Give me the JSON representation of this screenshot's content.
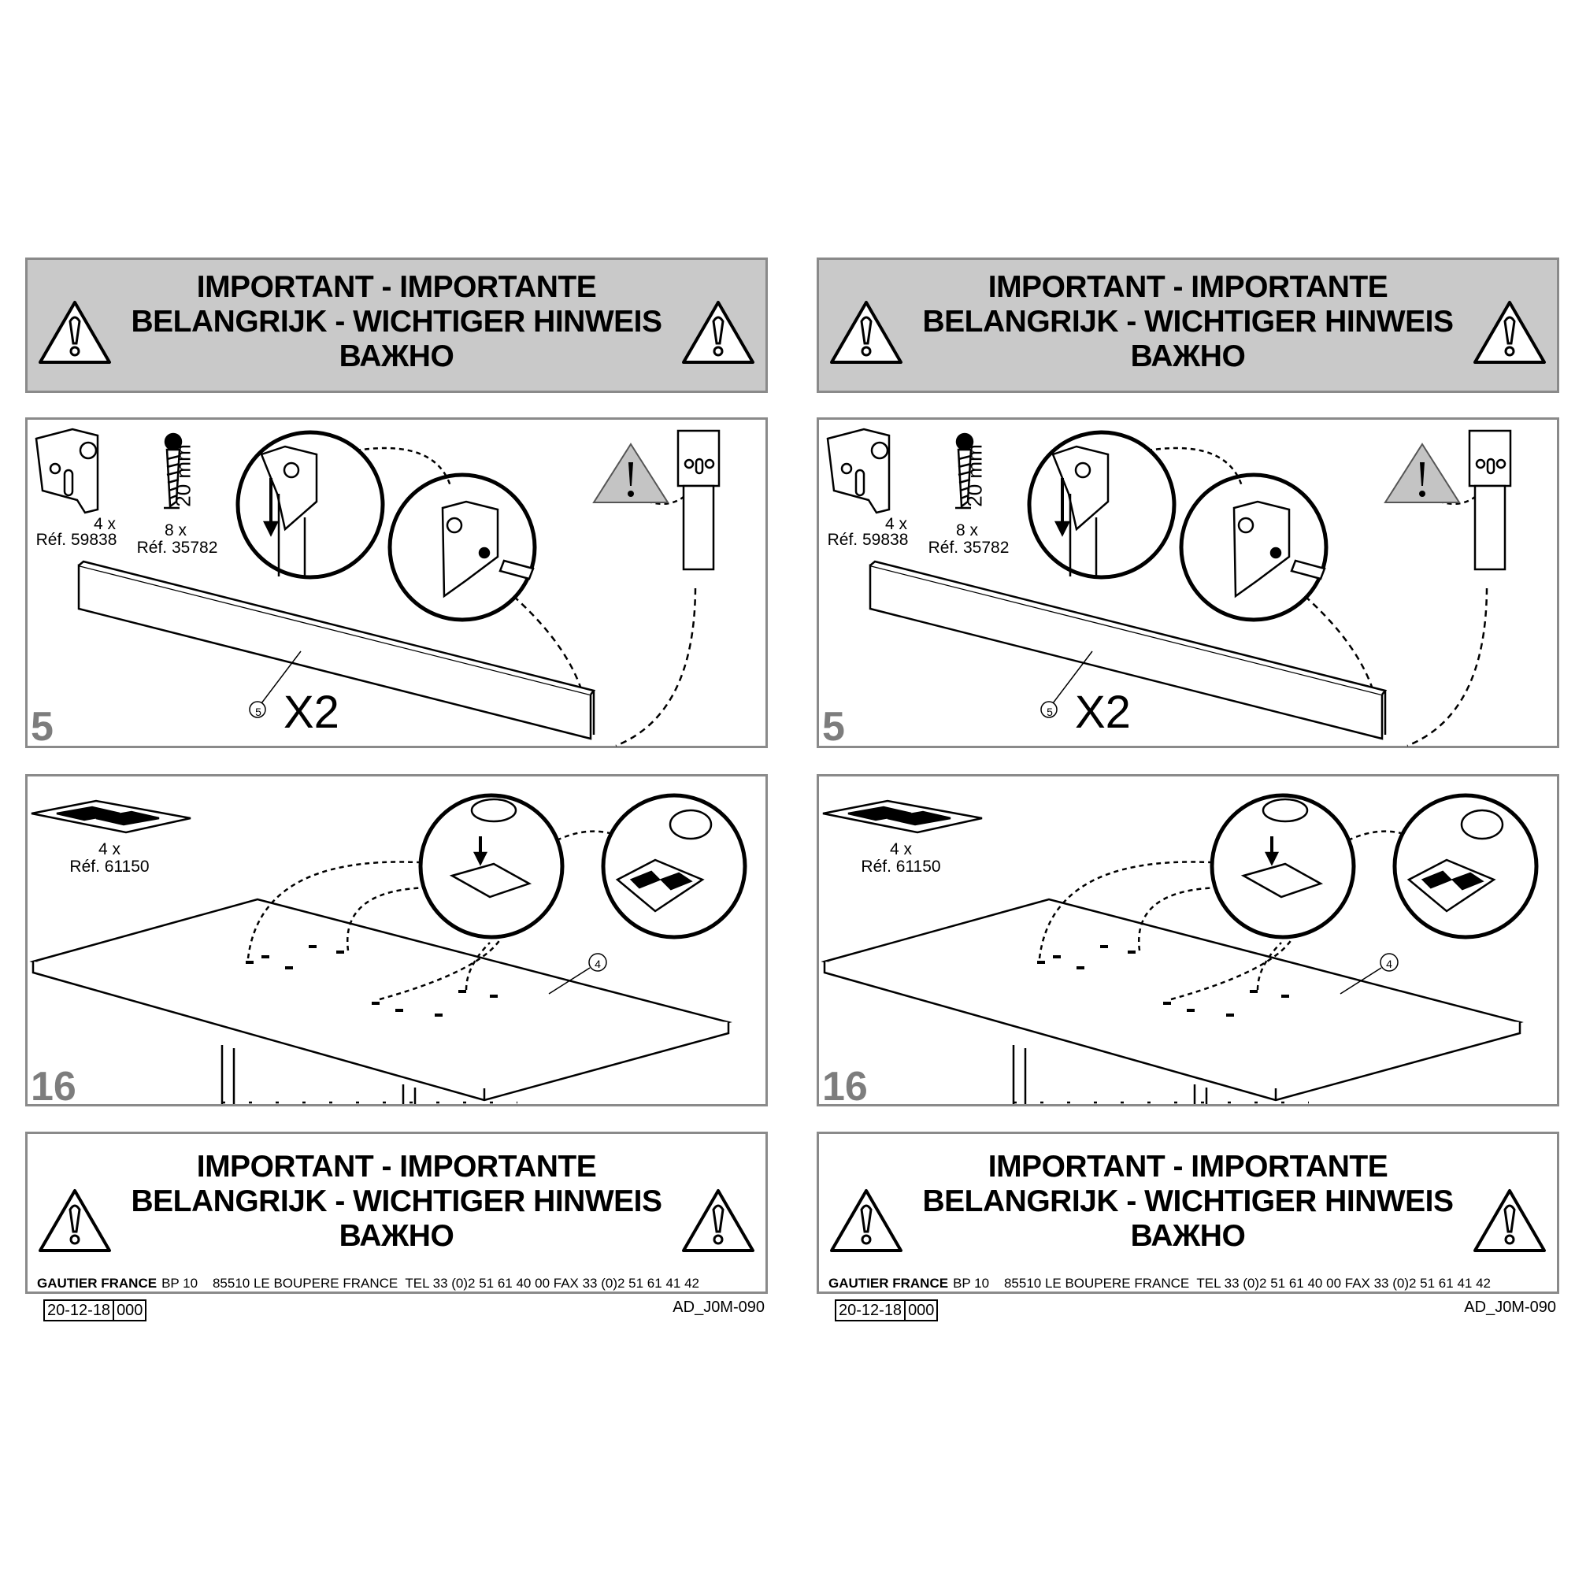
{
  "header": {
    "line1": "IMPORTANT - IMPORTANTE",
    "line2": "BELANGRIJK - WICHTIGER HINWEIS",
    "line3": "ВАЖНО"
  },
  "step5": {
    "number": "5",
    "part1_qty": "4 x",
    "part1_ref": "Réf. 59838",
    "part2_size": "20 mm",
    "part2_qty": "8 x",
    "part2_ref": "Réf. 35782",
    "panel_id": "5",
    "multiplier": "X2"
  },
  "step16": {
    "number": "16",
    "part_qty": "4 x",
    "part_ref": "Réf. 61150",
    "panel_id": "4"
  },
  "footer": {
    "line1": "IMPORTANT - IMPORTANTE",
    "line2": "BELANGRIJK - WICHTIGER HINWEIS",
    "line3": "ВАЖНО",
    "company": "GAUTIER FRANCE",
    "address": "BP 10    85510 LE BOUPERE FRANCE  TEL 33 (0)2 51 61 40 00 FAX 33 (0)2 51 61 41 42",
    "date": "20-12-18",
    "revision": "000",
    "doc_code": "AD_J0M-090"
  },
  "colors": {
    "header_bg": "#c9c9c9",
    "border": "#8a8a8a",
    "step_number": "#7d7d7d"
  }
}
